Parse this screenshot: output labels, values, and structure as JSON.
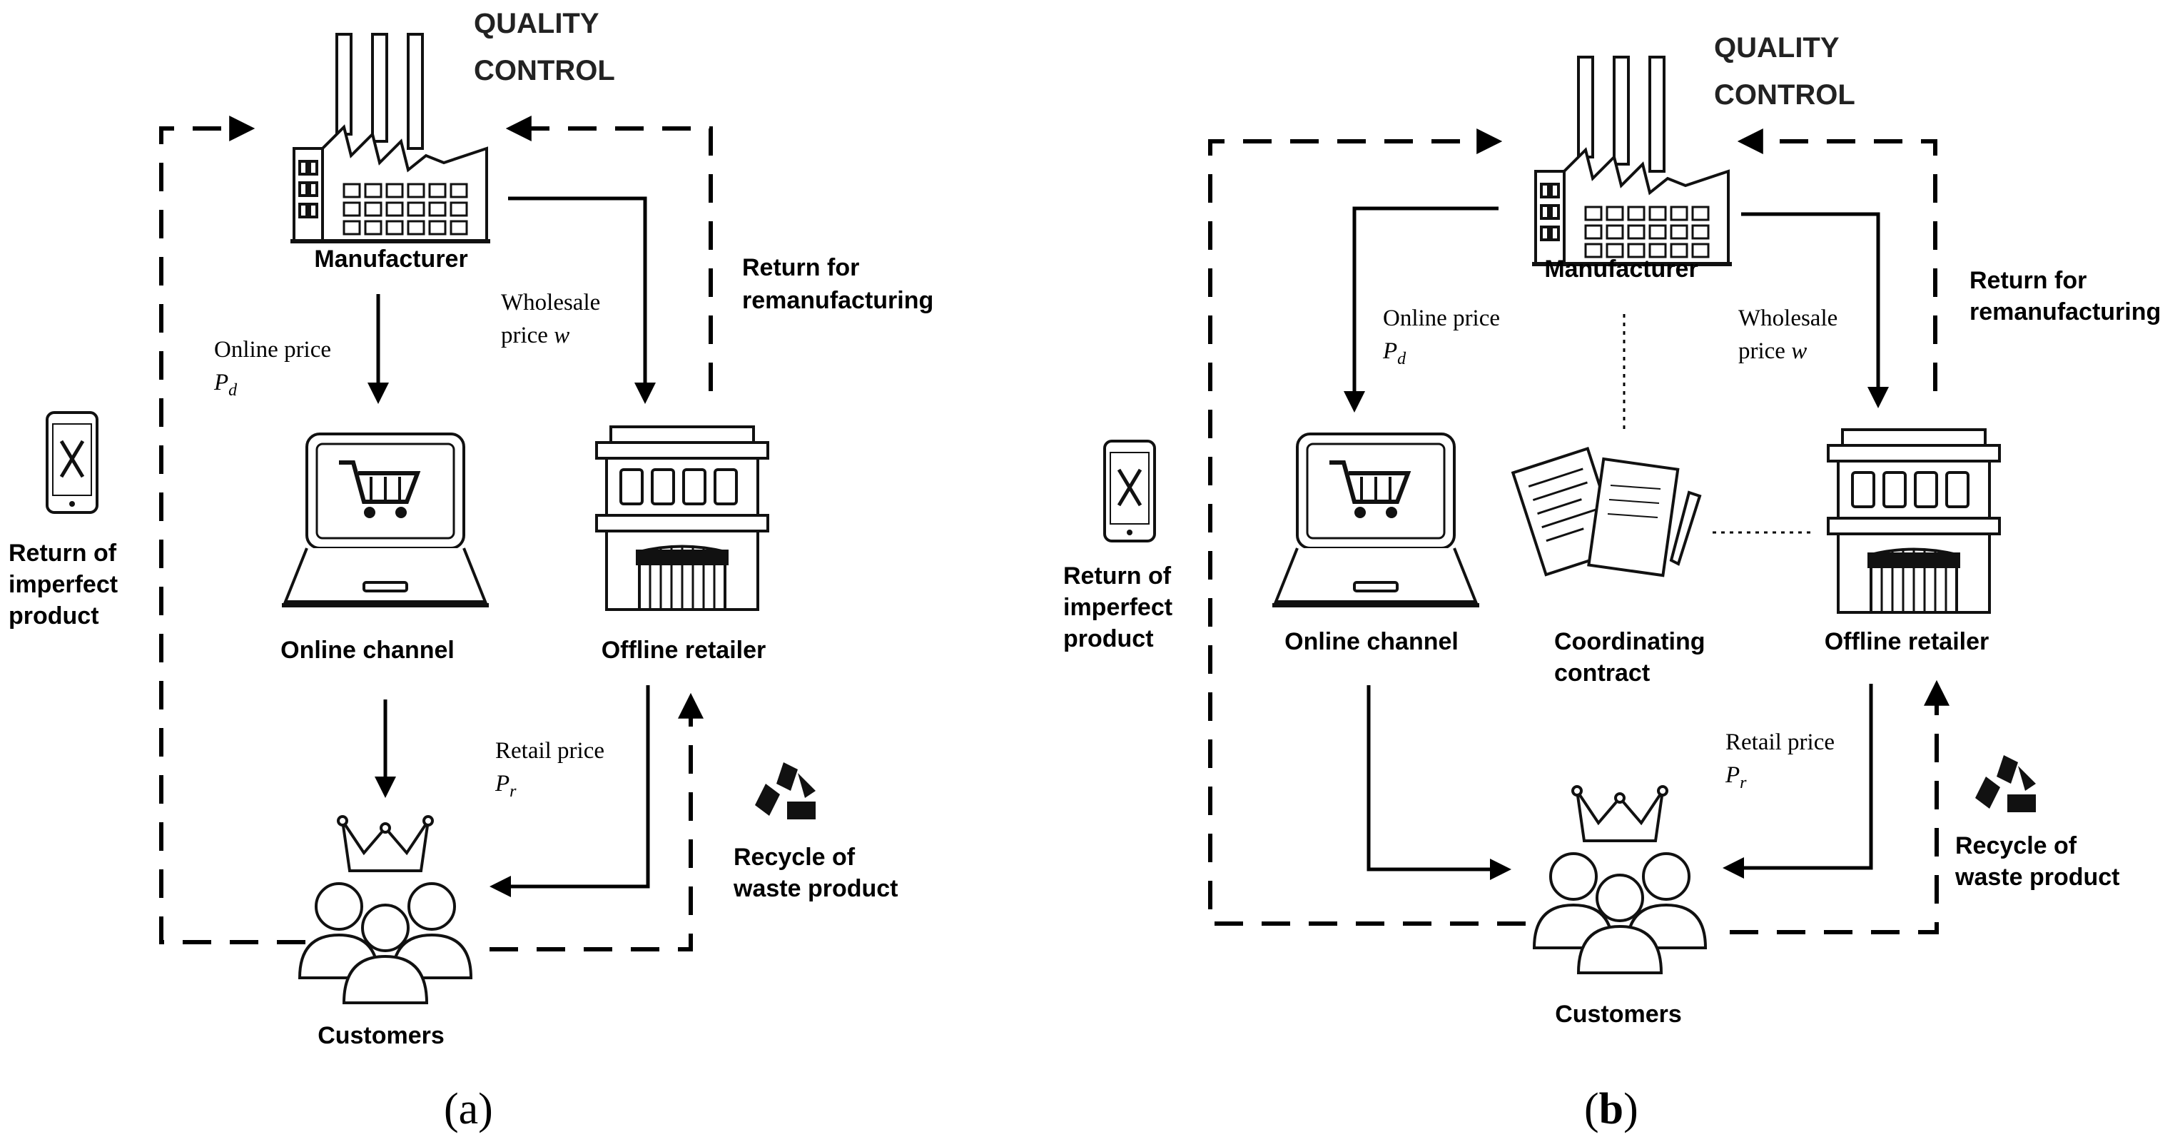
{
  "panel_a": {
    "quality_control": [
      "QUALITY",
      "CONTROL"
    ],
    "manufacturer": "Manufacturer",
    "online_channel": "Online channel",
    "offline_retailer": "Offline retailer",
    "customers": "Customers",
    "online_price": "Online price",
    "online_price_symbol": "P",
    "online_price_sub": "d",
    "wholesale_price": "Wholesale",
    "wholesale_price_2": "price",
    "wholesale_symbol": "w",
    "retail_price": "Retail price",
    "retail_symbol": "P",
    "retail_sub": "r",
    "return_remanufacturing": [
      "Return for",
      "remanufacturing"
    ],
    "return_imperfect": [
      "Return of",
      "imperfect",
      "product"
    ],
    "recycle": [
      "Recycle of",
      "waste product"
    ],
    "label": "(a)"
  },
  "panel_b": {
    "quality_control": [
      "QUALITY",
      "CONTROL"
    ],
    "manufacturer": "Manufacturer",
    "online_channel": "Online channel",
    "offline_retailer": "Offline retailer",
    "customers": "Customers",
    "coordinating_contract": [
      "Coordinating",
      "contract"
    ],
    "online_price": "Online price",
    "online_price_symbol": "P",
    "online_price_sub": "d",
    "wholesale_price": "Wholesale",
    "wholesale_price_2": "price",
    "wholesale_symbol": "w",
    "retail_price": "Retail price",
    "retail_symbol": "P",
    "retail_sub": "r",
    "return_remanufacturing": [
      "Return for",
      "remanufacturing"
    ],
    "return_imperfect": [
      "Return of",
      "imperfect",
      "product"
    ],
    "recycle": [
      "Recycle of",
      "waste product"
    ],
    "label_open": "(",
    "label_letter": "b",
    "label_close": ")"
  },
  "icons": {
    "factory": "factory-icon",
    "laptop_cart": "laptop-cart-icon",
    "store": "store-icon",
    "customers": "customers-crown-icon",
    "phone_repair": "phone-repair-icon",
    "recycle": "recycle-icon",
    "contract": "contract-icon"
  }
}
